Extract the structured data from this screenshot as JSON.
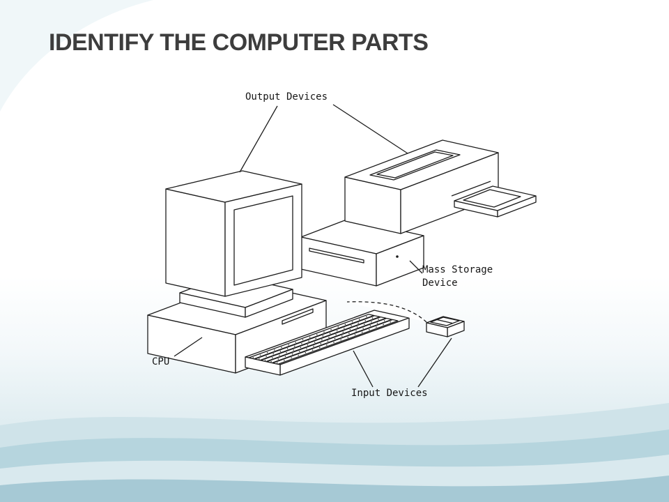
{
  "slide": {
    "title": "IDENTIFY THE COMPUTER PARTS",
    "title_color": "#3d3d3d"
  },
  "diagram": {
    "labels": {
      "output_devices": "Output Devices",
      "mass_storage_device": "Mass Storage Device",
      "cpu": "CPU",
      "input_devices": "Input Devices"
    },
    "parts": [
      "monitor",
      "printer",
      "disk-drive",
      "computer-case",
      "keyboard",
      "mouse"
    ],
    "line_color": "#1c1c1c",
    "screen_texture": "gray-dither"
  },
  "background": {
    "base": "#ffffff",
    "wave_colors": [
      "#cfe3e9",
      "#b6d5de",
      "#ddebf0",
      "#a6c9d5"
    ]
  }
}
